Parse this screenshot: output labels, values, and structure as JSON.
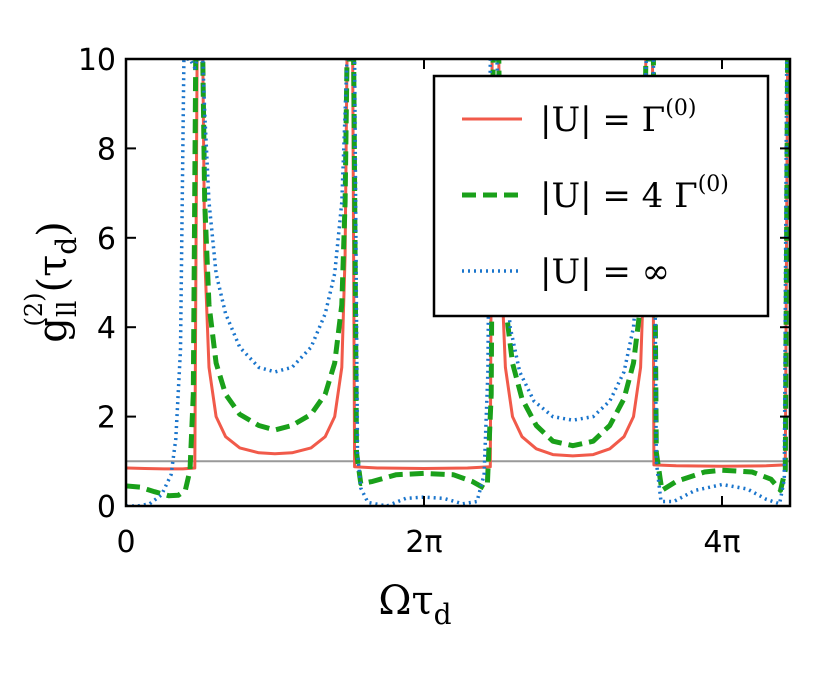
{
  "chart_data": {
    "type": "line",
    "title": "",
    "xlabel": "Ωτ_d",
    "ylabel": "g_ll^(2)(τ_d)",
    "xlim": [
      0,
      14.0
    ],
    "ylim": [
      0,
      10
    ],
    "x_ticks": [
      {
        "value": 0,
        "label": "0"
      },
      {
        "value": 6.283,
        "label": "2π"
      },
      {
        "value": 12.566,
        "label": "4π"
      }
    ],
    "y_ticks": [
      {
        "value": 0,
        "label": "0"
      },
      {
        "value": 2,
        "label": "2"
      },
      {
        "value": 4,
        "label": "4"
      },
      {
        "value": 6,
        "label": "6"
      },
      {
        "value": 8,
        "label": "8"
      },
      {
        "value": 10,
        "label": "10"
      }
    ],
    "reference_line": {
      "y": 1,
      "color": "#999999"
    },
    "legend_position": "top-right",
    "series": [
      {
        "name": "|U| = Γ^(0)",
        "color": "#f15a4a",
        "style": "solid",
        "points": [
          [
            0.0,
            0.85
          ],
          [
            0.4,
            0.84
          ],
          [
            0.8,
            0.83
          ],
          [
            1.2,
            0.83
          ],
          [
            1.45,
            0.85
          ],
          [
            1.5,
            10
          ],
          [
            1.62,
            10
          ],
          [
            1.66,
            5.6
          ],
          [
            1.75,
            3.1
          ],
          [
            1.9,
            2.0
          ],
          [
            2.1,
            1.55
          ],
          [
            2.4,
            1.3
          ],
          [
            2.8,
            1.19
          ],
          [
            3.14,
            1.17
          ],
          [
            3.5,
            1.19
          ],
          [
            3.9,
            1.3
          ],
          [
            4.2,
            1.55
          ],
          [
            4.4,
            2.0
          ],
          [
            4.55,
            3.1
          ],
          [
            4.62,
            5.6
          ],
          [
            4.66,
            10
          ],
          [
            4.78,
            10
          ],
          [
            4.82,
            0.88
          ],
          [
            5.3,
            0.85
          ],
          [
            6.28,
            0.84
          ],
          [
            7.2,
            0.85
          ],
          [
            7.68,
            0.88
          ],
          [
            7.72,
            10
          ],
          [
            7.86,
            10
          ],
          [
            7.9,
            5.6
          ],
          [
            8.0,
            3.1
          ],
          [
            8.15,
            2.0
          ],
          [
            8.35,
            1.55
          ],
          [
            8.65,
            1.28
          ],
          [
            9.0,
            1.15
          ],
          [
            9.42,
            1.12
          ],
          [
            9.85,
            1.15
          ],
          [
            10.2,
            1.28
          ],
          [
            10.5,
            1.55
          ],
          [
            10.7,
            2.0
          ],
          [
            10.85,
            3.1
          ],
          [
            10.93,
            5.6
          ],
          [
            10.96,
            10
          ],
          [
            11.1,
            10
          ],
          [
            11.13,
            0.92
          ],
          [
            11.6,
            0.9
          ],
          [
            12.57,
            0.89
          ],
          [
            13.5,
            0.9
          ],
          [
            13.9,
            0.92
          ],
          [
            13.95,
            10
          ],
          [
            14.0,
            10
          ]
        ]
      },
      {
        "name": "|U| = 4 Γ^(0)",
        "color": "#1aa01a",
        "style": "dashed",
        "points": [
          [
            0.0,
            0.45
          ],
          [
            0.3,
            0.42
          ],
          [
            0.6,
            0.32
          ],
          [
            0.9,
            0.23
          ],
          [
            1.1,
            0.24
          ],
          [
            1.25,
            0.35
          ],
          [
            1.35,
            0.8
          ],
          [
            1.42,
            2.5
          ],
          [
            1.47,
            10
          ],
          [
            1.62,
            10
          ],
          [
            1.66,
            6.8
          ],
          [
            1.75,
            4.5
          ],
          [
            1.9,
            3.2
          ],
          [
            2.1,
            2.5
          ],
          [
            2.4,
            2.05
          ],
          [
            2.8,
            1.8
          ],
          [
            3.14,
            1.7
          ],
          [
            3.5,
            1.8
          ],
          [
            3.9,
            2.05
          ],
          [
            4.2,
            2.5
          ],
          [
            4.4,
            3.2
          ],
          [
            4.55,
            4.5
          ],
          [
            4.62,
            6.8
          ],
          [
            4.66,
            10
          ],
          [
            4.8,
            10
          ],
          [
            4.86,
            1.2
          ],
          [
            4.95,
            0.5
          ],
          [
            5.2,
            0.55
          ],
          [
            5.7,
            0.7
          ],
          [
            6.28,
            0.73
          ],
          [
            6.9,
            0.7
          ],
          [
            7.3,
            0.55
          ],
          [
            7.55,
            0.4
          ],
          [
            7.62,
            0.5
          ],
          [
            7.7,
            2.5
          ],
          [
            7.74,
            10
          ],
          [
            7.86,
            10
          ],
          [
            7.9,
            6.8
          ],
          [
            8.0,
            4.5
          ],
          [
            8.15,
            3.2
          ],
          [
            8.35,
            2.4
          ],
          [
            8.65,
            1.8
          ],
          [
            9.0,
            1.45
          ],
          [
            9.42,
            1.35
          ],
          [
            9.85,
            1.45
          ],
          [
            10.2,
            1.8
          ],
          [
            10.5,
            2.4
          ],
          [
            10.7,
            3.2
          ],
          [
            10.85,
            4.5
          ],
          [
            10.93,
            6.8
          ],
          [
            10.96,
            10
          ],
          [
            11.12,
            10
          ],
          [
            11.18,
            1.2
          ],
          [
            11.3,
            0.35
          ],
          [
            11.6,
            0.55
          ],
          [
            12.2,
            0.76
          ],
          [
            12.57,
            0.8
          ],
          [
            13.2,
            0.76
          ],
          [
            13.6,
            0.6
          ],
          [
            13.8,
            0.35
          ],
          [
            13.9,
            0.8
          ],
          [
            13.95,
            10
          ],
          [
            14.0,
            10
          ]
        ]
      },
      {
        "name": "|U| = ∞",
        "color": "#1a75cc",
        "style": "dotted",
        "points": [
          [
            0.0,
            0.0
          ],
          [
            0.25,
            0.0
          ],
          [
            0.5,
            0.05
          ],
          [
            0.75,
            0.25
          ],
          [
            0.95,
            0.7
          ],
          [
            1.05,
            1.5
          ],
          [
            1.15,
            3.5
          ],
          [
            1.22,
            10
          ],
          [
            1.35,
            10
          ],
          [
            1.45,
            9.8
          ],
          [
            1.5,
            10
          ],
          [
            1.62,
            10
          ],
          [
            1.66,
            8.8
          ],
          [
            1.75,
            6.8
          ],
          [
            1.9,
            5.2
          ],
          [
            2.1,
            4.3
          ],
          [
            2.4,
            3.55
          ],
          [
            2.8,
            3.1
          ],
          [
            3.14,
            3.0
          ],
          [
            3.5,
            3.1
          ],
          [
            3.9,
            3.55
          ],
          [
            4.2,
            4.3
          ],
          [
            4.4,
            5.2
          ],
          [
            4.55,
            6.8
          ],
          [
            4.62,
            8.8
          ],
          [
            4.66,
            10
          ],
          [
            4.82,
            10
          ],
          [
            4.88,
            1.2
          ],
          [
            4.95,
            0.4
          ],
          [
            5.1,
            0.08
          ],
          [
            5.5,
            0.0
          ],
          [
            5.9,
            0.17
          ],
          [
            6.28,
            0.2
          ],
          [
            6.7,
            0.17
          ],
          [
            7.1,
            0.05
          ],
          [
            7.4,
            0.1
          ],
          [
            7.55,
            0.7
          ],
          [
            7.63,
            3.0
          ],
          [
            7.68,
            10
          ],
          [
            7.82,
            10
          ],
          [
            7.86,
            9.0
          ],
          [
            7.95,
            6.0
          ],
          [
            8.1,
            4.0
          ],
          [
            8.3,
            3.0
          ],
          [
            8.6,
            2.35
          ],
          [
            9.0,
            2.0
          ],
          [
            9.42,
            1.92
          ],
          [
            9.85,
            2.0
          ],
          [
            10.2,
            2.35
          ],
          [
            10.5,
            3.0
          ],
          [
            10.7,
            4.0
          ],
          [
            10.85,
            6.0
          ],
          [
            10.94,
            9.0
          ],
          [
            10.97,
            10
          ],
          [
            11.12,
            10
          ],
          [
            11.18,
            1.0
          ],
          [
            11.28,
            0.1
          ],
          [
            11.55,
            0.1
          ],
          [
            12.0,
            0.35
          ],
          [
            12.57,
            0.48
          ],
          [
            13.1,
            0.38
          ],
          [
            13.5,
            0.15
          ],
          [
            13.78,
            0.05
          ],
          [
            13.88,
            0.6
          ],
          [
            13.93,
            10
          ],
          [
            14.0,
            10
          ]
        ]
      }
    ]
  },
  "legend": {
    "items": [
      {
        "prefix": "|U| = Γ",
        "sup": "(0)"
      },
      {
        "prefix": "|U| = 4 Γ",
        "sup": "(0)"
      },
      {
        "prefix": "|U| = ∞",
        "sup": ""
      }
    ]
  },
  "axes": {
    "xlabel_main": "Ωτ",
    "xlabel_sub": "d",
    "ylabel_main": "g",
    "ylabel_sub": "ll",
    "ylabel_sup": "(2)",
    "ylabel_arg": "(τ",
    "ylabel_arg_sub": "d",
    "ylabel_close": ")"
  }
}
